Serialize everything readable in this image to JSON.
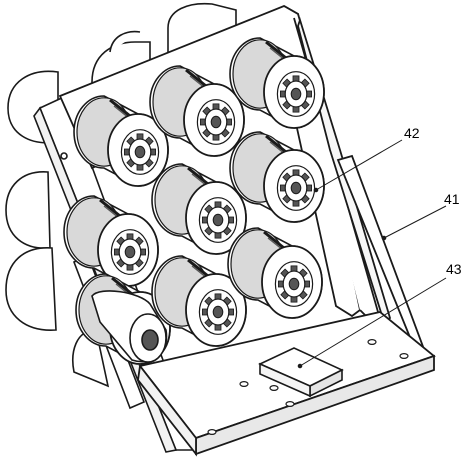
{
  "labels": {
    "frame": "41",
    "motor_module": "42",
    "block": "43"
  },
  "colors": {
    "line": "#1a1a1a",
    "paper": "#ffffff",
    "light_shade": "#f2f2f2",
    "mid_shade": "#d9d9d9",
    "dark_shade": "#555555"
  }
}
